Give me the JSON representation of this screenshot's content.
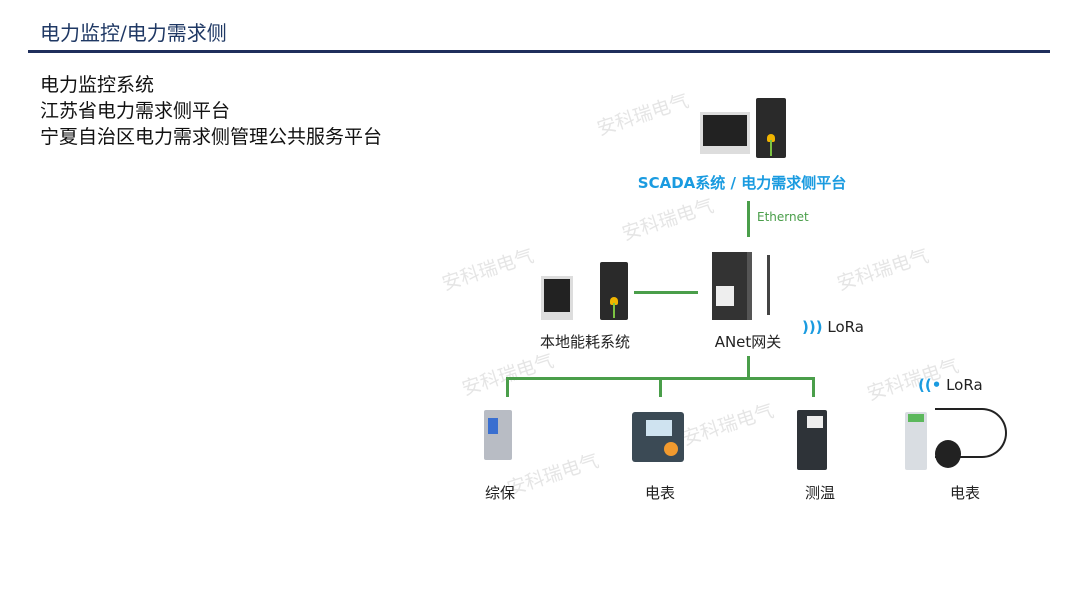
{
  "header": {
    "title": "电力监控/电力需求侧"
  },
  "bullets": [
    "电力监控系统",
    "江苏省电力需求侧平台",
    "宁夏自治区电力需求侧管理公共服务平台"
  ],
  "diagram": {
    "top_label": "SCADA系统 / 电力需求侧平台",
    "link_label": "Ethernet",
    "local_label": "本地能耗系统",
    "gateway_label": "ANet网关",
    "lora1": "LoRa",
    "lora2": "LoRa",
    "devices": [
      "综保",
      "电表",
      "测温",
      "电表"
    ],
    "watermark": "安科瑞电气"
  },
  "colors": {
    "title": "#1f3864",
    "accent": "#1a9be0",
    "link": "#4a9e4a"
  }
}
